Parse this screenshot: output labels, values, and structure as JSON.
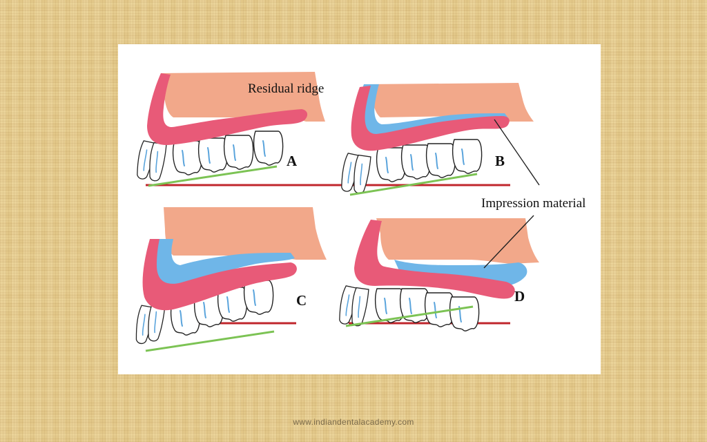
{
  "diagram": {
    "residual_ridge_label": "Residual ridge",
    "impression_material_label": "Impression material",
    "panels": [
      {
        "letter": "A"
      },
      {
        "letter": "B"
      },
      {
        "letter": "C"
      },
      {
        "letter": "D"
      }
    ],
    "colors": {
      "ridge": "#f2a88a",
      "mucosa": "#e85a78",
      "impression": "#6fb6e8",
      "occlusal_plane": "#c0262c",
      "tooth_plane": "#7cc354",
      "tooth_line": "#222222",
      "tooth_fill": "#ffffff",
      "tooth_mark": "#5aa4dc"
    }
  },
  "footer": {
    "url": "www.indiandentalacademy.com"
  }
}
